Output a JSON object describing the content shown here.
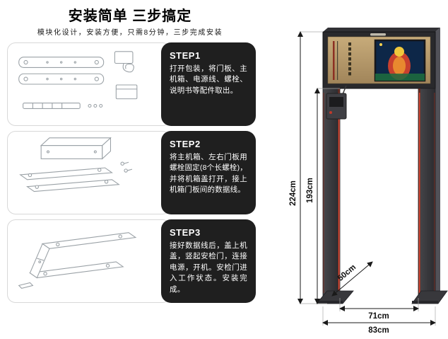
{
  "header": {
    "title": "安装简单 三步搞定",
    "subtitle": "模块化设计，安装方便，只需8分钟，三步完成安装"
  },
  "steps": [
    {
      "label": "STEP1",
      "description": "打开包装，将门板、主机箱、电源线、螺栓、说明书等配件取出。"
    },
    {
      "label": "STEP2",
      "description": "将主机箱、左右门板用螺栓固定(8个长螺栓)，并将机箱盖打开，接上机箱门板间的数据线。"
    },
    {
      "label": "STEP3",
      "description": "接好数据线后，盖上机盖，竖起安检门，连接电源，开机。安检门进入工作状态。安装完成。"
    }
  ],
  "gate": {
    "dimensions": {
      "total_height": "224cm",
      "inner_height": "193cm",
      "base_depth": "50cm",
      "inner_width": "71cm",
      "outer_width": "83cm"
    }
  },
  "colors": {
    "step_panel_dark": "#1f1f1f",
    "gate_gold_panel": "#b89a6a",
    "gate_red_accent": "#c0392b",
    "gate_body_dark": "#39393d"
  }
}
